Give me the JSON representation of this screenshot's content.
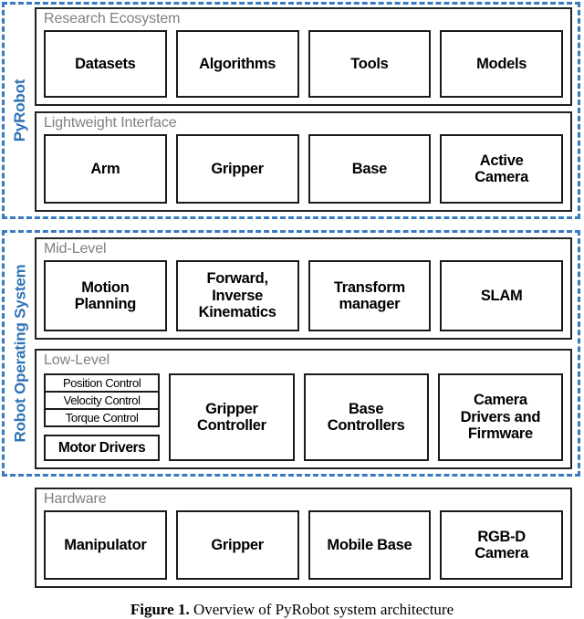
{
  "figure": {
    "caption_label": "Figure 1.",
    "caption_text": " Overview of PyRobot system architecture"
  },
  "colors": {
    "accent_blue": "#3879c0",
    "label_blue": "#2e74b5",
    "group_title_grey": "#808080",
    "box_border": "#1a1a1a",
    "background": "#ffffff"
  },
  "supergroups": [
    {
      "id": "pyrobot",
      "label": "PyRobot",
      "groups": [
        "research",
        "lightweight"
      ]
    },
    {
      "id": "ros",
      "label": "Robot Operating System",
      "groups": [
        "midlevel",
        "lowlevel"
      ]
    }
  ],
  "groups": {
    "research": {
      "title": "Research Ecosystem",
      "items": [
        {
          "label": "Datasets"
        },
        {
          "label": "Algorithms"
        },
        {
          "label": "Tools"
        },
        {
          "label": "Models"
        }
      ]
    },
    "lightweight": {
      "title": "Lightweight Interface",
      "items": [
        {
          "label": "Arm"
        },
        {
          "label": "Gripper"
        },
        {
          "label": "Base"
        },
        {
          "label": "Active\nCamera"
        }
      ]
    },
    "midlevel": {
      "title": "Mid-Level",
      "items": [
        {
          "label": "Motion\nPlanning"
        },
        {
          "label": "Forward,\nInverse\nKinematics"
        },
        {
          "label": "Transform\nmanager"
        },
        {
          "label": "SLAM"
        }
      ]
    },
    "lowlevel": {
      "title": "Low-Level",
      "stack": {
        "controls": [
          {
            "label": "Position Control"
          },
          {
            "label": "Velocity Control"
          },
          {
            "label": "Torque Control"
          }
        ],
        "drivers": {
          "label": "Motor Drivers"
        }
      },
      "items": [
        {
          "label": "Gripper\nController"
        },
        {
          "label": "Base\nControllers"
        },
        {
          "label": "Camera\nDrivers and\nFirmware"
        }
      ]
    },
    "hardware": {
      "title": "Hardware",
      "items": [
        {
          "label": "Manipulator"
        },
        {
          "label": "Gripper"
        },
        {
          "label": "Mobile Base"
        },
        {
          "label": "RGB-D\nCamera"
        }
      ]
    }
  }
}
